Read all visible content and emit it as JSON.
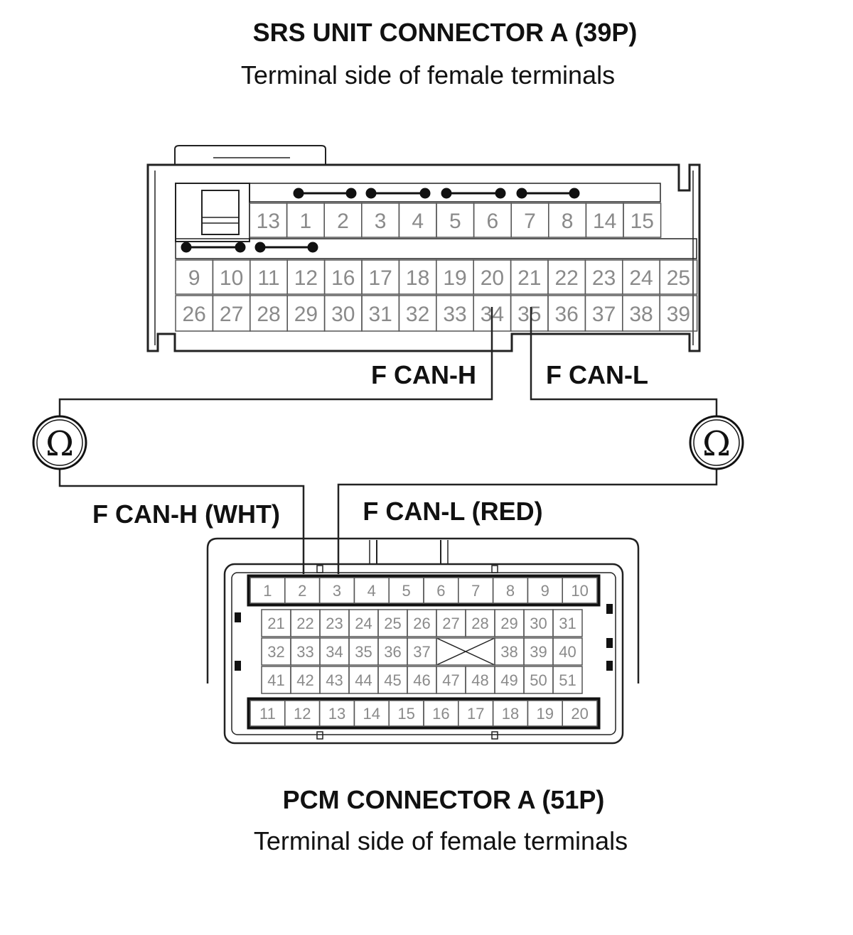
{
  "srs": {
    "title": "SRS UNIT CONNECTOR A (39P)",
    "subtitle": "Terminal side of female terminals",
    "row1_pins": [
      "13",
      "1",
      "2",
      "3",
      "4",
      "5",
      "6",
      "7",
      "8",
      "14",
      "15"
    ],
    "row2_pins": [
      "9",
      "10",
      "11",
      "12",
      "16",
      "17",
      "18",
      "19",
      "20",
      "21",
      "22",
      "23",
      "24",
      "25"
    ],
    "row3_pins": [
      "26",
      "27",
      "28",
      "29",
      "30",
      "31",
      "32",
      "33",
      "34",
      "35",
      "36",
      "37",
      "38",
      "39"
    ]
  },
  "wires": {
    "srs_h": "F CAN-H",
    "srs_l": "F CAN-L",
    "pcm_h": "F CAN-H (WHT)",
    "pcm_l": "F CAN-L (RED)"
  },
  "meters": {
    "symbol": "Ω"
  },
  "pcm": {
    "title": "PCM CONNECTOR A (51P)",
    "subtitle": "Terminal side of female terminals",
    "top_pins": [
      "1",
      "2",
      "3",
      "4",
      "5",
      "6",
      "7",
      "8",
      "9",
      "10"
    ],
    "mid1_pins": [
      "21",
      "22",
      "23",
      "24",
      "25",
      "26",
      "27",
      "28",
      "29",
      "30",
      "31"
    ],
    "mid2_left": [
      "32",
      "33",
      "34",
      "35",
      "36",
      "37"
    ],
    "mid2_right": [
      "38",
      "39",
      "40"
    ],
    "mid3_pins": [
      "41",
      "42",
      "43",
      "44",
      "45",
      "46",
      "47",
      "48",
      "49",
      "50",
      "51"
    ],
    "bottom_pins": [
      "11",
      "12",
      "13",
      "14",
      "15",
      "16",
      "17",
      "18",
      "19",
      "20"
    ]
  }
}
